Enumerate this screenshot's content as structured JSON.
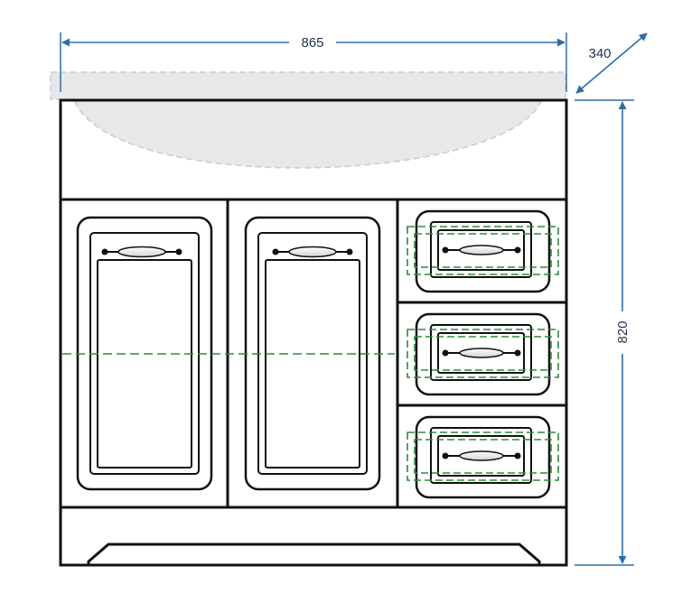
{
  "dimensions": {
    "width": "865",
    "depth": "340",
    "height": "820"
  },
  "colors": {
    "dimension_line": "#2e6da4",
    "outline": "#111111",
    "guide": "#2e8b3a",
    "basin_fill": "#e6e8ea",
    "handle_fill": "#e9ecef"
  }
}
